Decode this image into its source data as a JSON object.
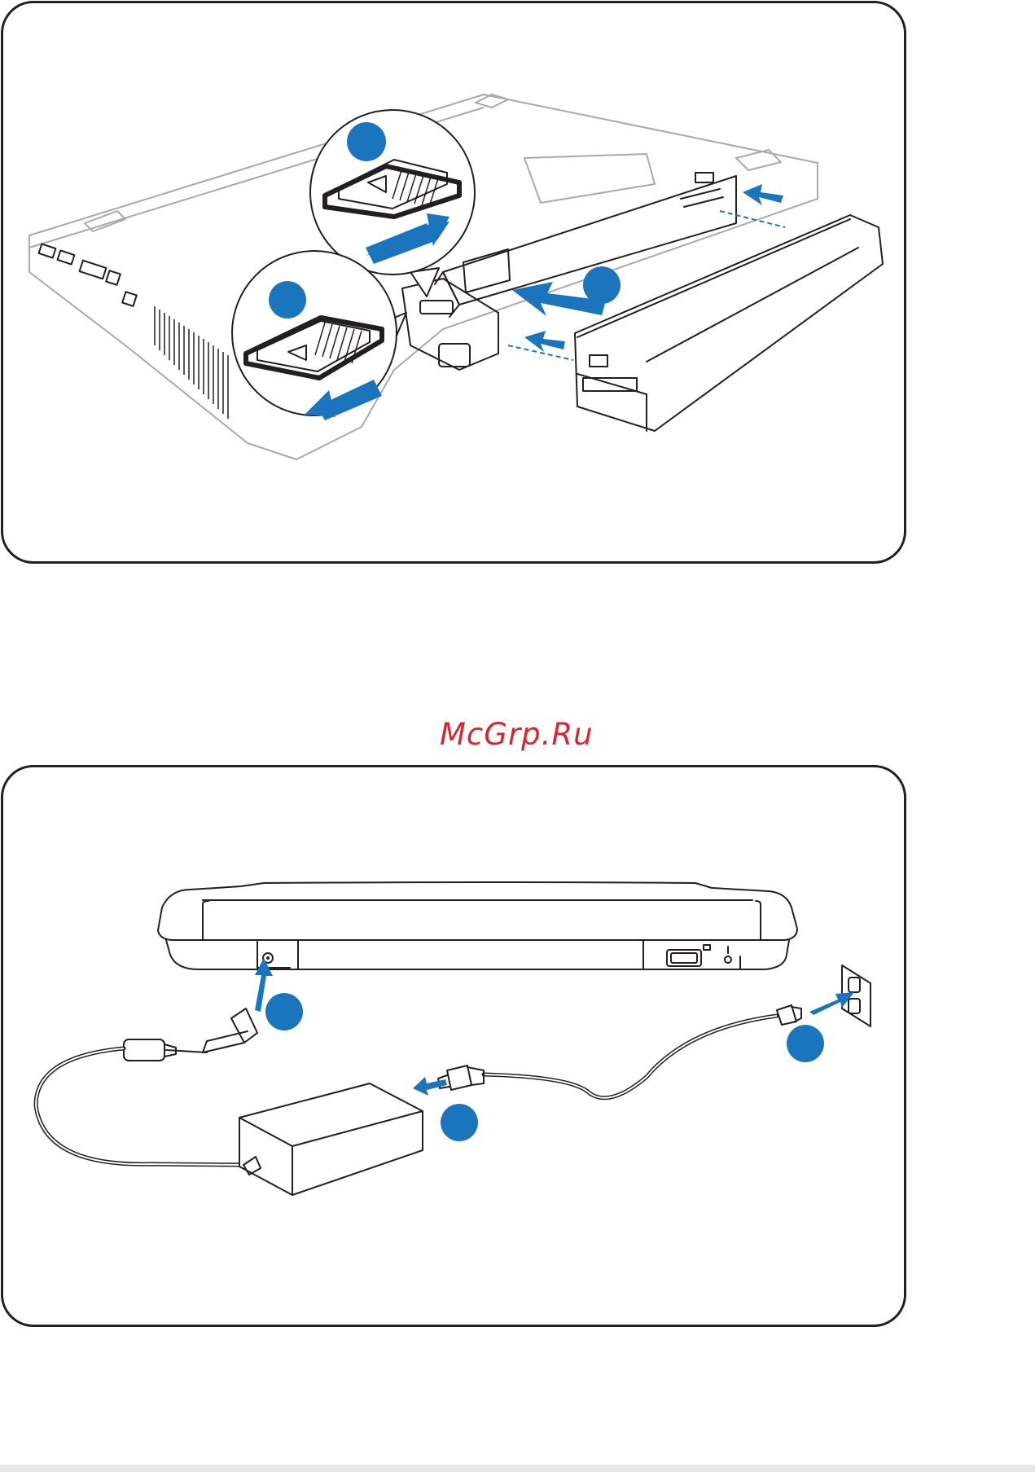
{
  "watermark": "McGrp.Ru",
  "colors": {
    "accent": "#1b75bc",
    "outline": "#231f20",
    "watermark": "#d7262c"
  },
  "figures": [
    {
      "id": "battery-install",
      "step_markers": 3
    },
    {
      "id": "power-connect",
      "step_markers": 3
    }
  ]
}
